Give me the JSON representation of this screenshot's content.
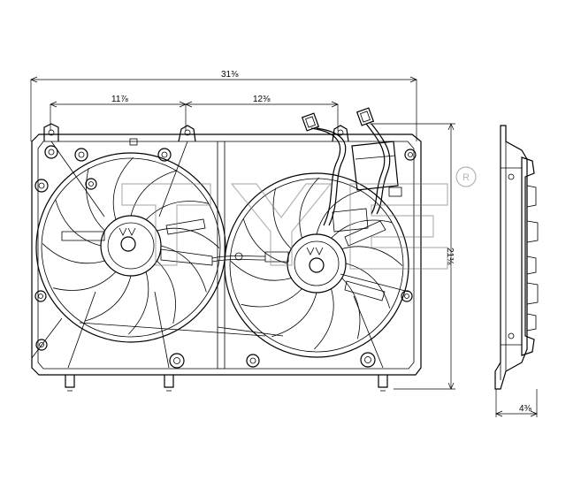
{
  "dimensions": {
    "overall_width": "31⅜",
    "left_span": "11⅞",
    "right_span": "12⅜",
    "height": "21⅜",
    "depth": "4⅜"
  },
  "watermark": {
    "registered_mark": "R"
  },
  "colors": {
    "line": "#000000",
    "background": "#ffffff",
    "watermark": "#777777"
  }
}
